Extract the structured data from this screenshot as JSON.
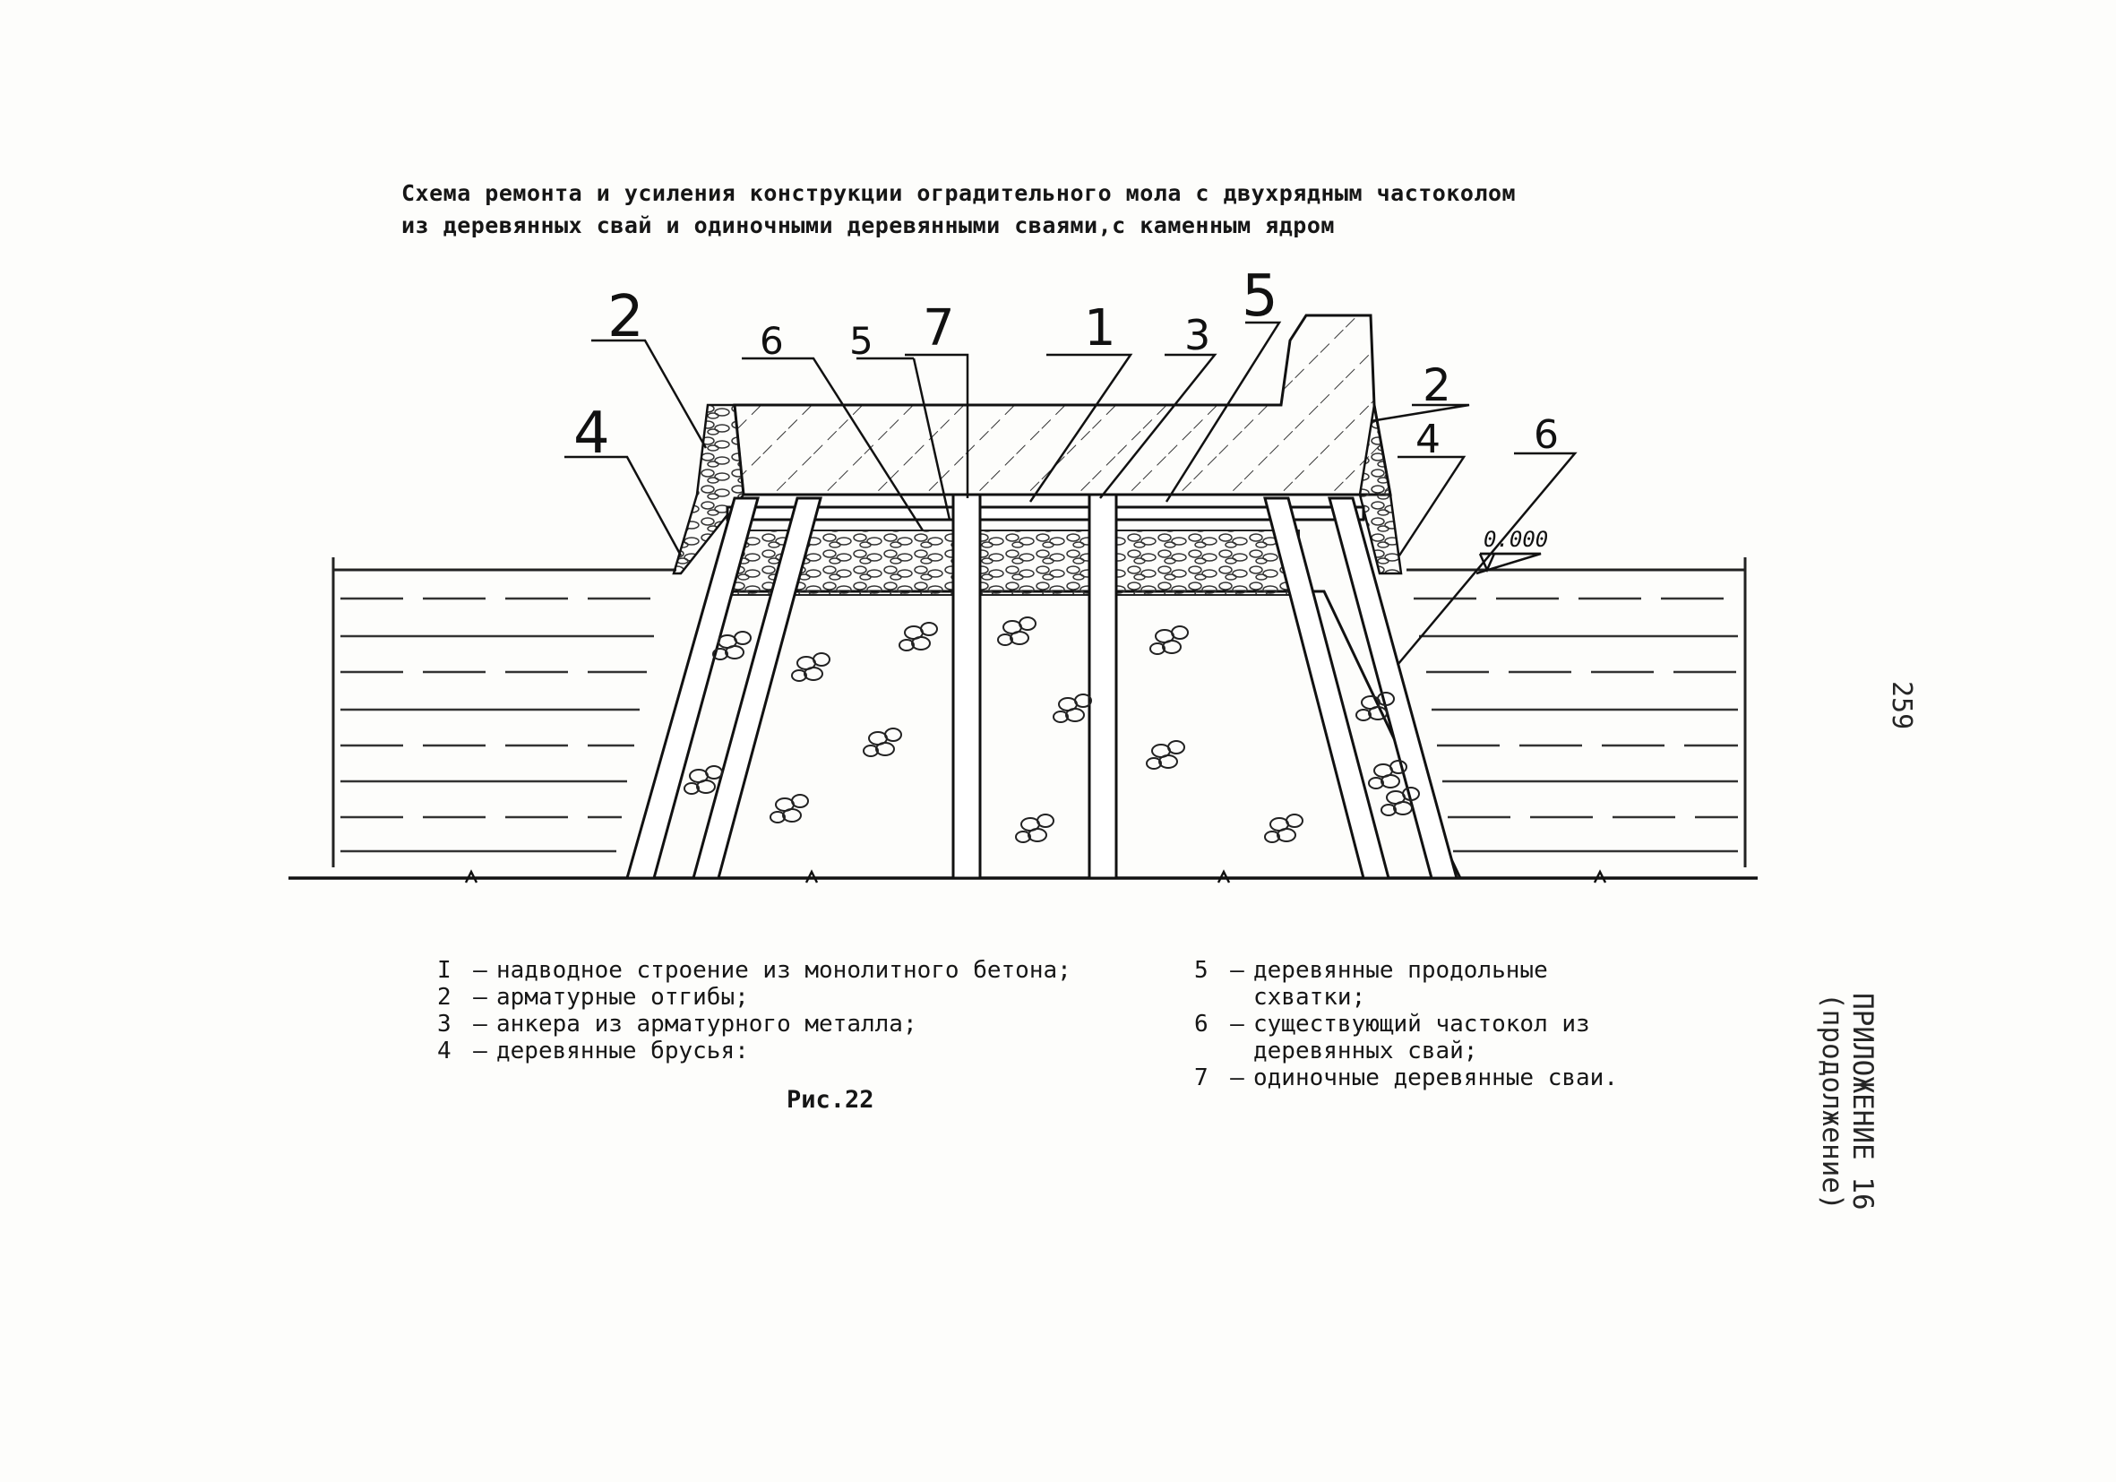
{
  "title": {
    "line1": "Схема ремонта и усиления конструкции оградительного мола с двухрядным частоколом",
    "line2": "из деревянных свай и одиночными деревянными сваями,с каменным ядром"
  },
  "diagram": {
    "elevation_mark": "0.000",
    "callouts": [
      "2",
      "4",
      "6",
      "5",
      "7",
      "1",
      "3",
      "5",
      "2",
      "4",
      "6"
    ]
  },
  "legend": {
    "left": [
      {
        "num": "I",
        "text": "надводное строение из монолитного бетона;"
      },
      {
        "num": "2",
        "text": "арматурные отгибы;"
      },
      {
        "num": "3",
        "text": "анкера из арматурного металла;"
      },
      {
        "num": "4",
        "text": "деревянные брусья:"
      }
    ],
    "right": [
      {
        "num": "5",
        "text": "деревянные продольные\nсхватки;"
      },
      {
        "num": "6",
        "text": "существующий частокол из\nдеревянных свай;"
      },
      {
        "num": "7",
        "text": "одиночные деревянные сваи."
      }
    ]
  },
  "figure_caption": "Рис.22",
  "page_number": "259",
  "appendix": {
    "line1": "ПРИЛОЖЕНИЕ 16",
    "line2": "(продолжение)"
  }
}
